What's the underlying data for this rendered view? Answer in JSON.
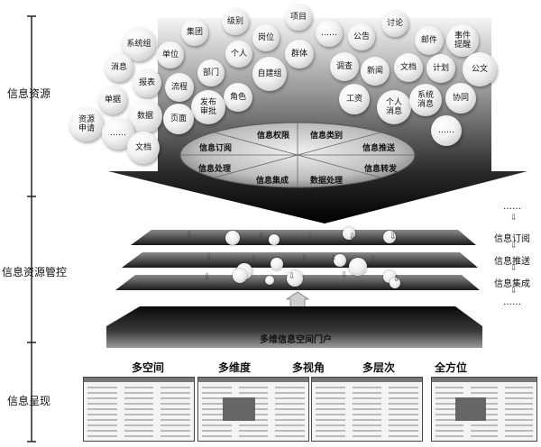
{
  "stages": {
    "resources": "信息资源",
    "management": "信息资源管控",
    "presentation": "信息呈现"
  },
  "resource_bubbles": [
    {
      "id": "xiangmu",
      "text": "项目"
    },
    {
      "id": "jibie",
      "text": "级别"
    },
    {
      "id": "taolun",
      "text": "讨论"
    },
    {
      "id": "jituan",
      "text": "集团"
    },
    {
      "id": "gangwei",
      "text": "岗位"
    },
    {
      "id": "dots1",
      "text": "……"
    },
    {
      "id": "gonggao",
      "text": "公告"
    },
    {
      "id": "youjian",
      "text": "邮件"
    },
    {
      "id": "shijian",
      "text": "事件\n提醒"
    },
    {
      "id": "xitongzu",
      "text": "系统组"
    },
    {
      "id": "danwei",
      "text": "单位"
    },
    {
      "id": "geren",
      "text": "个人"
    },
    {
      "id": "qunti",
      "text": "群体"
    },
    {
      "id": "xiaoxi",
      "text": "消息"
    },
    {
      "id": "bumen",
      "text": "部门"
    },
    {
      "id": "zijianzu",
      "text": "自建组"
    },
    {
      "id": "diaocha",
      "text": "调查"
    },
    {
      "id": "xinwen",
      "text": "新闻"
    },
    {
      "id": "wendang",
      "text": "文档"
    },
    {
      "id": "jihua",
      "text": "计划"
    },
    {
      "id": "gongwen",
      "text": "公文"
    },
    {
      "id": "baobiao",
      "text": "报表"
    },
    {
      "id": "liucheng",
      "text": "流程"
    },
    {
      "id": "danju",
      "text": "单据"
    },
    {
      "id": "juese",
      "text": "角色"
    },
    {
      "id": "fabu",
      "text": "发布\n审批"
    },
    {
      "id": "gongzi",
      "text": "工资"
    },
    {
      "id": "gerenxiaoxi",
      "text": "个人\n消息"
    },
    {
      "id": "xitongxiaoxi",
      "text": "系统\n消息"
    },
    {
      "id": "xietong",
      "text": "协同"
    },
    {
      "id": "ziyuan",
      "text": "资源\n申请"
    },
    {
      "id": "shuju",
      "text": "数据"
    },
    {
      "id": "yemian",
      "text": "页面"
    },
    {
      "id": "dots2",
      "text": "……"
    },
    {
      "id": "dots3",
      "text": "……"
    },
    {
      "id": "wenjian",
      "text": "文档"
    }
  ],
  "disc_segments": [
    {
      "id": "quanxian",
      "text": "信息权限"
    },
    {
      "id": "leibie",
      "text": "信息类别"
    },
    {
      "id": "dingyue",
      "text": "信息订阅"
    },
    {
      "id": "tuisong",
      "text": "信息推送"
    },
    {
      "id": "chuli",
      "text": "信息处理"
    },
    {
      "id": "zhuanfa",
      "text": "信息转发"
    },
    {
      "id": "jicheng",
      "text": "信息集成"
    },
    {
      "id": "shujuchuli",
      "text": "数据处理"
    }
  ],
  "flow": {
    "dots_top": "……",
    "items": [
      "信息订阅",
      "信息推送",
      "信息集成"
    ],
    "dots_bottom": "……"
  },
  "portal": {
    "label": "多维信息空间门户"
  },
  "presentation_tabs": [
    "多空间",
    "多维度",
    "多视角",
    "多层次",
    "全方位"
  ]
}
